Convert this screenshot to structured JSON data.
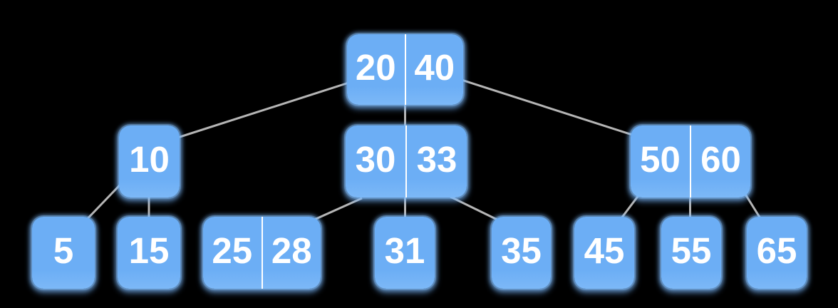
{
  "diagram": {
    "kind": "b-tree",
    "levels": [
      {
        "nodes": [
          {
            "keys": [
              "20",
              "40"
            ]
          }
        ]
      },
      {
        "nodes": [
          {
            "keys": [
              "10"
            ]
          },
          {
            "keys": [
              "30",
              "33"
            ]
          },
          {
            "keys": [
              "50",
              "60"
            ]
          }
        ]
      },
      {
        "nodes": [
          {
            "keys": [
              "5"
            ]
          },
          {
            "keys": [
              "15"
            ]
          },
          {
            "keys": [
              "25",
              "28"
            ]
          },
          {
            "keys": [
              "31"
            ]
          },
          {
            "keys": [
              "35"
            ]
          },
          {
            "keys": [
              "45"
            ]
          },
          {
            "keys": [
              "55"
            ]
          },
          {
            "keys": [
              "65"
            ]
          }
        ]
      }
    ],
    "edges": [
      [
        "20|40",
        "10"
      ],
      [
        "20|40",
        "30|33"
      ],
      [
        "20|40",
        "50|60"
      ],
      [
        "10",
        "5"
      ],
      [
        "10",
        "15"
      ],
      [
        "30|33",
        "25|28"
      ],
      [
        "30|33",
        "31"
      ],
      [
        "30|33",
        "35"
      ],
      [
        "50|60",
        "45"
      ],
      [
        "50|60",
        "55"
      ],
      [
        "50|60",
        "65"
      ]
    ]
  },
  "colors": {
    "node_fill": "#6caef5",
    "key_text": "#ffffff",
    "key_divider": "#ffffff",
    "edge_line": "#b5b5b5",
    "background": "#000000"
  }
}
